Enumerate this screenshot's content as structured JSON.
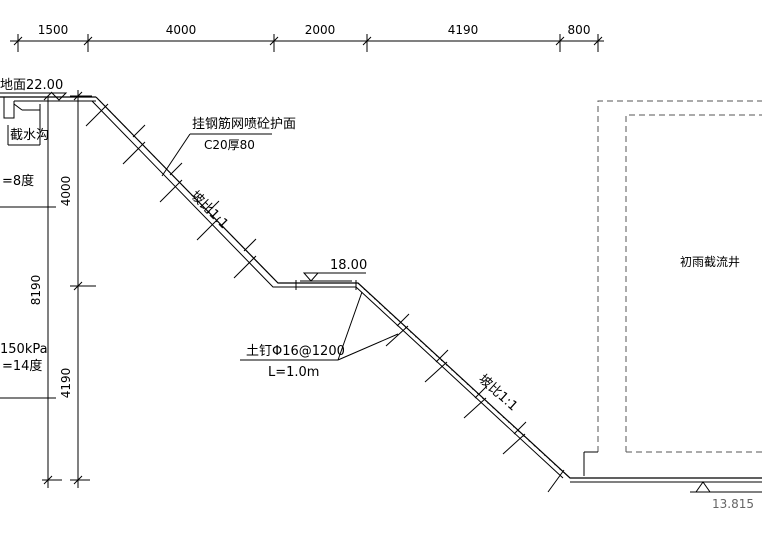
{
  "dimensions_top": [
    "1500",
    "4000",
    "2000",
    "4190",
    "800"
  ],
  "dimensions_left": {
    "upper": "4000",
    "lower": "4190",
    "total": "8190"
  },
  "labels": {
    "ground_elevation": "地面22.00",
    "intercept_ditch": "截水沟",
    "surface_note_line1": "挂钢筋网喷砼护面",
    "surface_note_line2": "C20厚80",
    "slope_upper": "坡比1:1",
    "slope_lower": "坡比1:1",
    "berm_elevation": "18.00",
    "nail_line1": "土钉Φ16@1200",
    "nail_line2": "L=1.0m",
    "left_param_1": "=8度",
    "left_param_2": "150kPa",
    "left_param_3": "=14度",
    "well_label": "初雨截流井",
    "bottom_elevation": "13.815"
  }
}
